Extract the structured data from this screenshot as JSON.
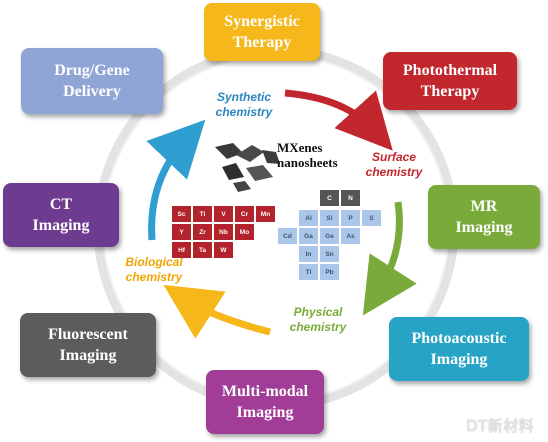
{
  "center": {
    "title_line1": "MXenes",
    "title_line2": "nanosheets",
    "icon": "mxene-flakes-icon"
  },
  "outer_boxes": [
    {
      "key": "synergistic",
      "line1": "Synergistic",
      "line2": "Therapy",
      "color": "#f5b719"
    },
    {
      "key": "photothermal",
      "line1": "Photothermal",
      "line2": "Therapy",
      "color": "#c1272d"
    },
    {
      "key": "mr",
      "line1": "MR",
      "line2": "Imaging",
      "color": "#7aaa3a"
    },
    {
      "key": "photoacoustic",
      "line1": "Photoacoustic",
      "line2": "Imaging",
      "color": "#27a3c6"
    },
    {
      "key": "multimodal",
      "line1": "Multi-modal",
      "line2": "Imaging",
      "color": "#a13d96"
    },
    {
      "key": "fluorescent",
      "line1": "Fluorescent",
      "line2": "Imaging",
      "color": "#5c5c5c"
    },
    {
      "key": "ct",
      "line1": "CT",
      "line2": "Imaging",
      "color": "#6d3b8f"
    },
    {
      "key": "drug",
      "line1": "Drug/Gene",
      "line2": "Delivery",
      "color": "#8fa5d6"
    }
  ],
  "cycle_labels": {
    "synthetic": {
      "line1": "Synthetic",
      "line2": "chemistry",
      "color": "#2e86c1"
    },
    "surface": {
      "line1": "Surface",
      "line2": "chemistry",
      "color": "#c1272d"
    },
    "physical": {
      "line1": "Physical",
      "line2": "chemistry",
      "color": "#7aaa3a"
    },
    "biological": {
      "line1": "Biological",
      "line2": "chemistry",
      "color": "#f0a500"
    }
  },
  "periodic": {
    "red": [
      [
        "Sc",
        "Ti",
        "V",
        "Cr",
        "Mn"
      ],
      [
        "Y",
        "Zr",
        "Nb",
        "Mo",
        ""
      ],
      [
        "Hf",
        "Ta",
        "W",
        "",
        ""
      ]
    ],
    "gray": [
      "C",
      "N"
    ],
    "blue": [
      [
        "Al",
        "Si",
        "P",
        "S"
      ],
      [
        "Cd",
        "Ga",
        "Ge",
        "As"
      ],
      [
        "In",
        "Sn"
      ],
      [
        "Tl",
        "Pb"
      ]
    ]
  },
  "watermark": "DT新材料"
}
